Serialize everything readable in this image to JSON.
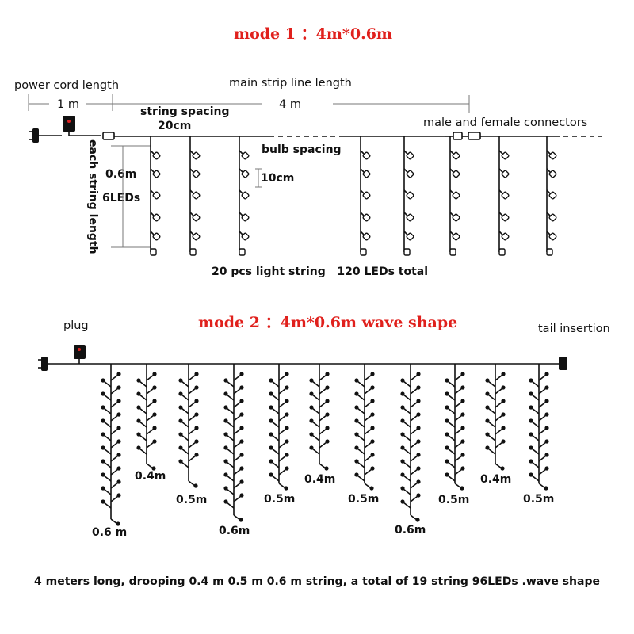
{
  "mode1": {
    "title": "mode 1  ：4m*0.6m",
    "power_cord_label": "power cord length",
    "power_cord_value": "1 m",
    "main_strip_label": "main strip line length",
    "main_strip_value": "4 m",
    "string_spacing_label": "string spacing",
    "string_spacing_value": "20cm",
    "each_string_length_label": "each string length",
    "string_length_value": "0.6m",
    "leds_per_string": "6LEDs",
    "bulb_spacing_label": "bulb spacing",
    "bulb_spacing_value": "10cm",
    "connectors_label": "male and female connectors",
    "summary": "20 pcs light string   120 LEDs total"
  },
  "mode2": {
    "title": "mode 2  ：4m*0.6m  wave shape",
    "plug_label": "plug",
    "tail_label": "tail insertion",
    "drop_labels": [
      "0.6 m",
      "0.4m",
      "0.5m",
      "0.6m",
      "0.5m",
      "0.4m",
      "0.5m",
      "0.6m",
      "0.5m",
      "0.4m",
      "0.5m"
    ],
    "footer": "4 meters long, drooping 0.4 m 0.5 m 0.6 m string, a total of 19 string 96LEDs .wave shape"
  },
  "colors": {
    "title": "#e0201c",
    "wire": "#111111",
    "dimension": "#777777"
  }
}
